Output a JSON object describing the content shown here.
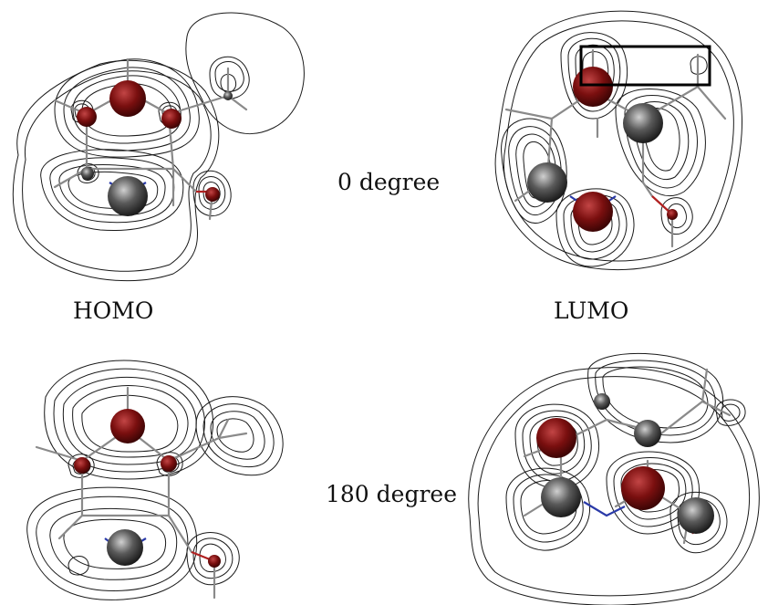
{
  "labels": {
    "homo": "HOMO",
    "lumo": "LUMO",
    "angle_0": "0 degree",
    "angle_180": "180 degree"
  },
  "colors": {
    "contour": "#1a1a1a",
    "bond": "#8a8a8a",
    "nitrogen_bond": "#2a3aa8",
    "oxygen_bond": "#b02020",
    "lobe_positive": "#7a0f0f",
    "lobe_negative": "#3a3a3a",
    "highlight_box": "#000000"
  },
  "panels": [
    {
      "id": "homo-0",
      "orbital": "HOMO",
      "angle": "0 degree"
    },
    {
      "id": "lumo-0",
      "orbital": "LUMO",
      "angle": "0 degree"
    },
    {
      "id": "homo-180",
      "orbital": "HOMO",
      "angle": "180 degree"
    },
    {
      "id": "lumo-180",
      "orbital": "LUMO",
      "angle": "180 degree"
    }
  ]
}
